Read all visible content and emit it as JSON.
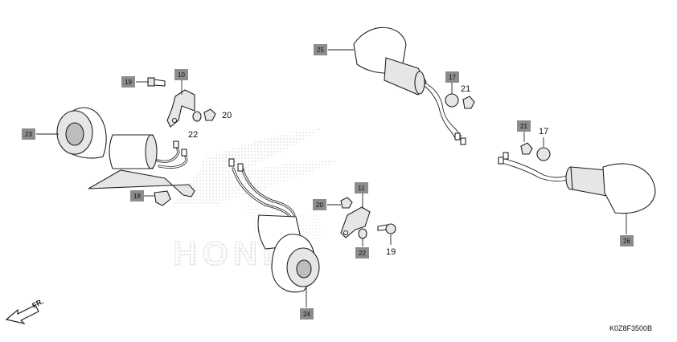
{
  "diagram": {
    "callouts": [
      {
        "id": "c19a",
        "text": "19",
        "boxed": true
      },
      {
        "id": "c10",
        "text": "10",
        "boxed": true
      },
      {
        "id": "c22a",
        "text": "22",
        "boxed": false
      },
      {
        "id": "c20a",
        "text": "20",
        "boxed": false
      },
      {
        "id": "c23",
        "text": "23",
        "boxed": true
      },
      {
        "id": "c18",
        "text": "18",
        "boxed": true
      },
      {
        "id": "c25",
        "text": "25",
        "boxed": true
      },
      {
        "id": "c17a",
        "text": "17",
        "boxed": true
      },
      {
        "id": "c21a",
        "text": "21",
        "boxed": false
      },
      {
        "id": "c21b",
        "text": "21",
        "boxed": true
      },
      {
        "id": "c17b",
        "text": "17",
        "boxed": false
      },
      {
        "id": "c20b",
        "text": "20",
        "boxed": true
      },
      {
        "id": "c11",
        "text": "11",
        "boxed": true
      },
      {
        "id": "c22b",
        "text": "22",
        "boxed": true
      },
      {
        "id": "c19b",
        "text": "19",
        "boxed": false
      },
      {
        "id": "c24",
        "text": "24",
        "boxed": true
      },
      {
        "id": "c26",
        "text": "26",
        "boxed": true
      }
    ],
    "direction_label": "FR.",
    "diagram_code": "K0Z8F3500B",
    "colors": {
      "callout_box": "#8c8c8c",
      "line": "#222222",
      "watermark": "#d9d9d9"
    },
    "icons": [
      "honda-wing-watermark",
      "front-direction-arrow"
    ]
  }
}
